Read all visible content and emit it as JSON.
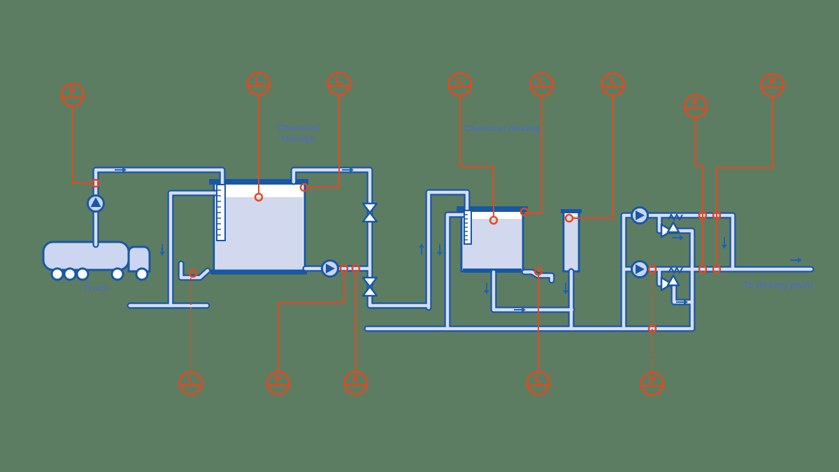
{
  "diagram": {
    "labels": {
      "truck": "Truck",
      "storage_line1": "Chemical",
      "storage_line2": "storage",
      "dosing": "Chemical dosing",
      "to_dosing_point": "To dosing point"
    },
    "colors": {
      "background": "#5d7d63",
      "pipe_outline": "#1857a6",
      "pipe_inner": "#d7ddf2",
      "liquid": "#d2d8ee",
      "instrument_orange": "#e8471b",
      "label_blue": "#4d6dbd",
      "arrow_blue": "#2062b0",
      "pump_fill": "#c9d4ef"
    },
    "symbols": {
      "pump": "circle-with-triangle",
      "valve": "double-triangle-gate-valve",
      "relief_valve": "spring-loaded-relief-valve",
      "instrument": "circle-with-letter-and-chord",
      "tap": "orange-ring-connection"
    },
    "instruments": {
      "top": [
        {
          "id": "flow-indicator-truck",
          "letter": "F"
        },
        {
          "id": "level-indicator-storage",
          "letter": "L"
        },
        {
          "id": "level-indicator-storage-high",
          "letter": "L"
        },
        {
          "id": "level-indicator-dosing",
          "letter": "L"
        },
        {
          "id": "level-indicator-dosing-high",
          "letter": "L"
        },
        {
          "id": "level-indicator-calibration",
          "letter": "L"
        },
        {
          "id": "flow-indicator-discharge",
          "letter": "F"
        },
        {
          "id": "pressure-indicator-discharge",
          "letter": "P"
        }
      ],
      "bottom": [
        {
          "id": "level-indicator-storage-sump",
          "letter": "L"
        },
        {
          "id": "pressure-indicator-transfer",
          "letter": "P"
        },
        {
          "id": "flow-indicator-transfer",
          "letter": "F"
        },
        {
          "id": "level-indicator-dosing-sump",
          "letter": "L"
        },
        {
          "id": "pressure-indicator-pump",
          "letter": "P"
        }
      ]
    }
  }
}
